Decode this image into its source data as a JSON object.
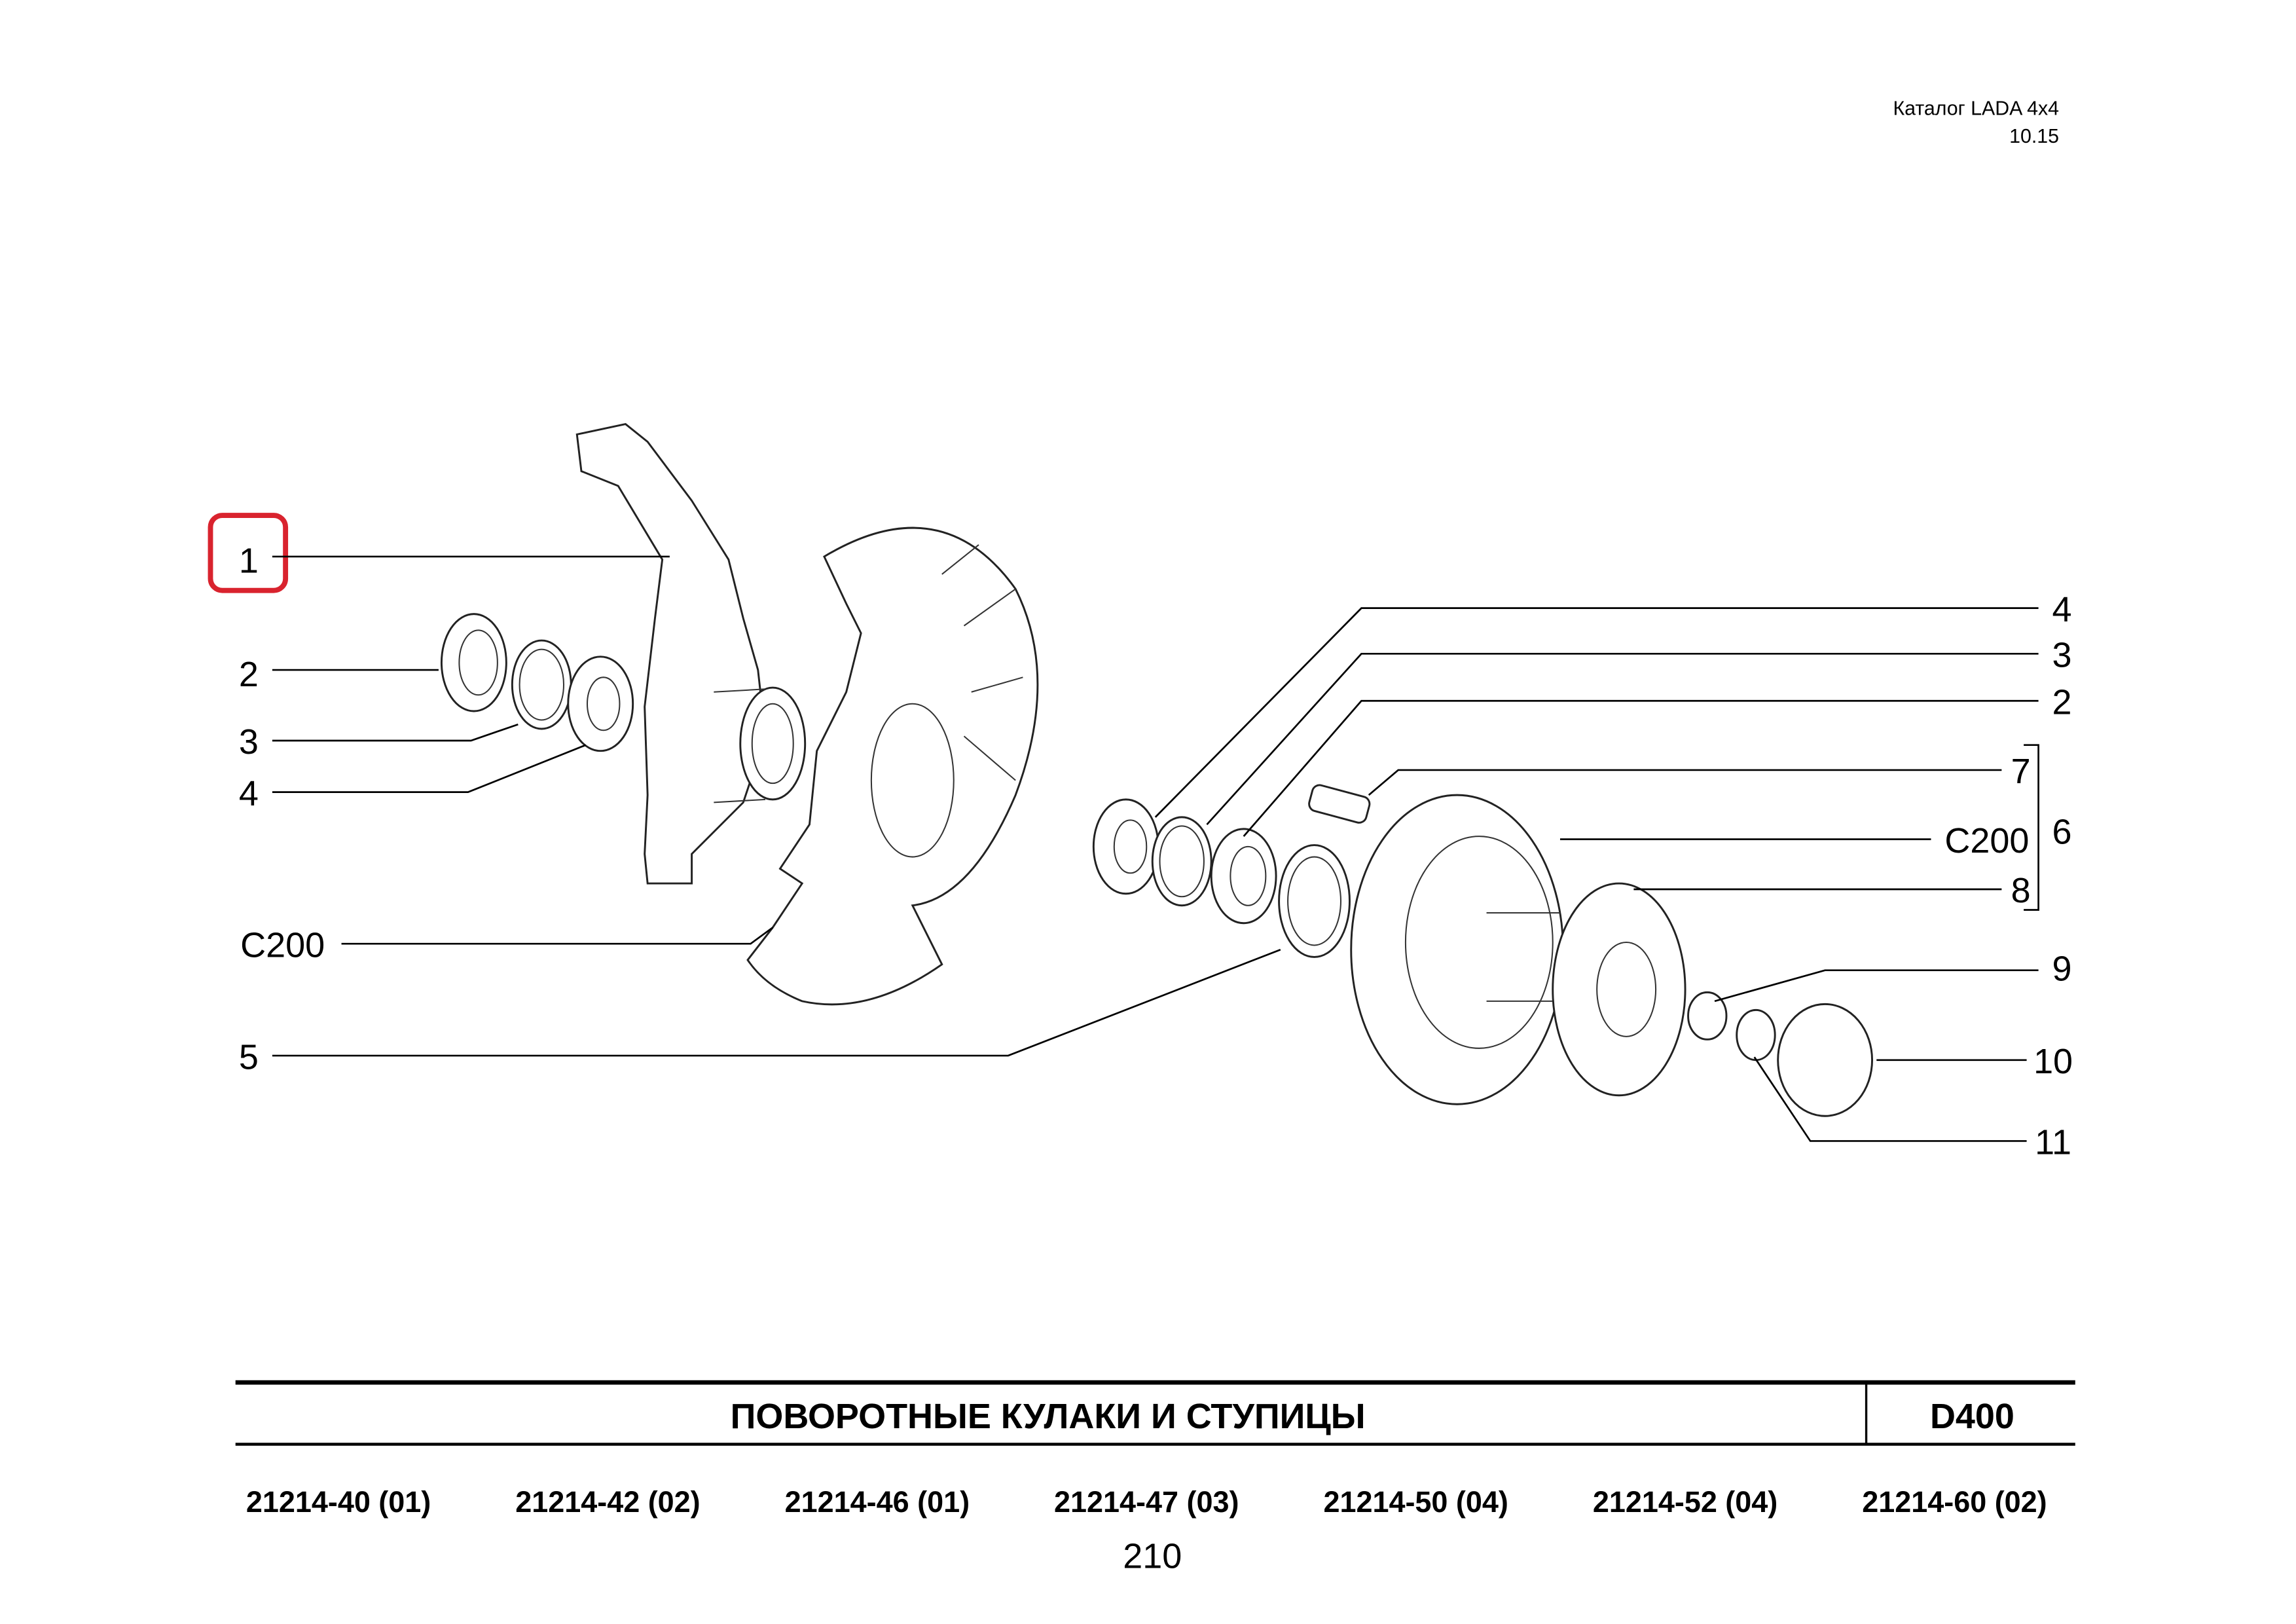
{
  "header": {
    "catalog": "Каталог  LADA  4x4",
    "version": "10.15"
  },
  "callouts_left": [
    {
      "num": "1",
      "highlighted": true
    },
    {
      "num": "2"
    },
    {
      "num": "3"
    },
    {
      "num": "4"
    },
    {
      "num": "C200"
    },
    {
      "num": "5"
    }
  ],
  "callouts_right": [
    {
      "num": "4"
    },
    {
      "num": "3"
    },
    {
      "num": "2"
    },
    {
      "num": "7"
    },
    {
      "num": "C200"
    },
    {
      "num": "6"
    },
    {
      "num": "8"
    },
    {
      "num": "9"
    },
    {
      "num": "10"
    },
    {
      "num": "11"
    }
  ],
  "highlight_color": "#d9232e",
  "footer": {
    "title": "ПОВОРОТНЫЕ   КУЛАКИ   И   СТУПИЦЫ",
    "code": "D400",
    "models": [
      "21214-40 (01)",
      "21214-42 (02)",
      "21214-46 (01)",
      "21214-47 (03)",
      "21214-50 (04)",
      "21214-52 (04)",
      "21214-60 (02)"
    ],
    "page_number": "210"
  }
}
